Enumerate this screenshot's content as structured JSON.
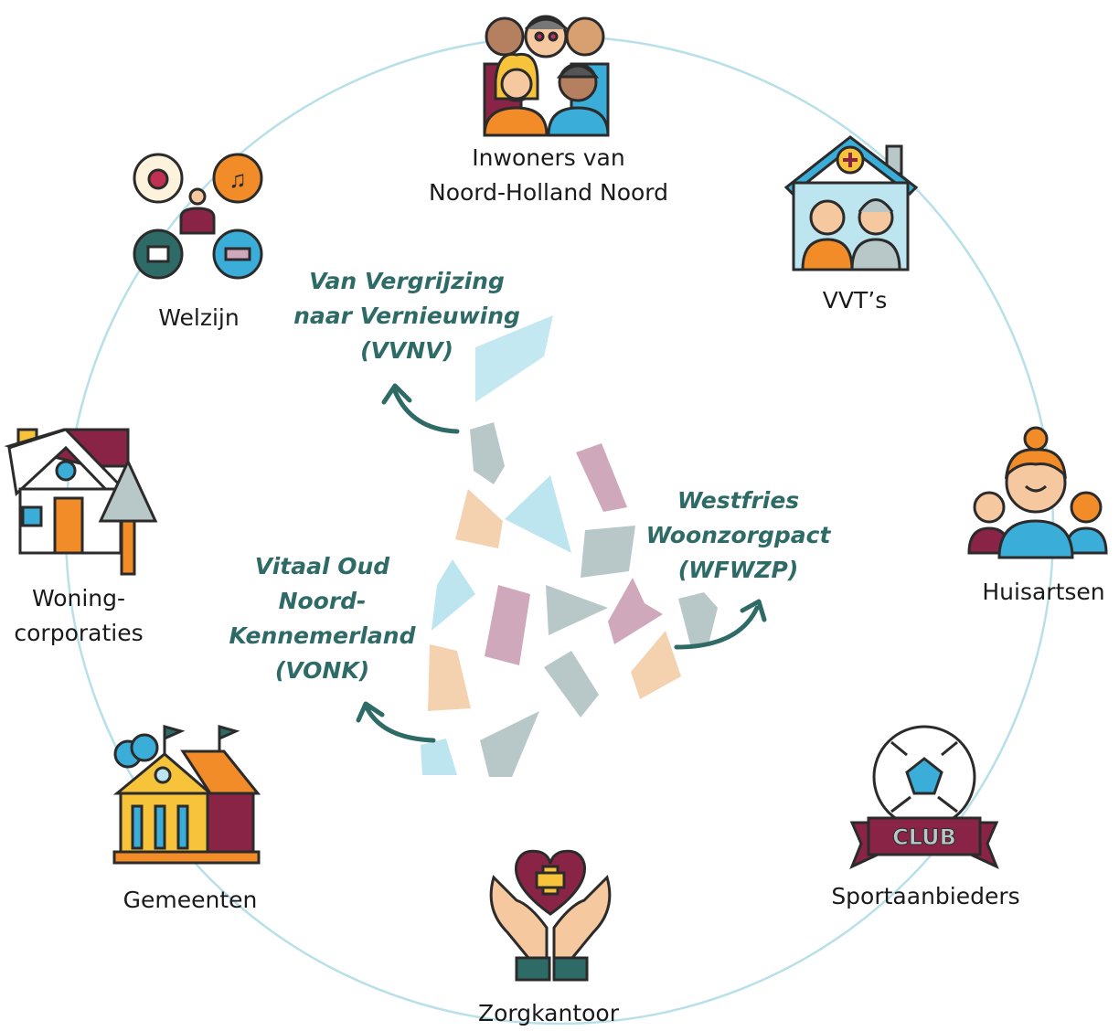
{
  "stakeholders": [
    {
      "key": "inwoners",
      "lines": [
        "Inwoners van",
        "Noord-Holland Noord"
      ],
      "icon": "people-group-icon"
    },
    {
      "key": "vvt",
      "lines": [
        "VVT’s"
      ],
      "icon": "care-home-icon"
    },
    {
      "key": "huisartsen",
      "lines": [
        "Huisartsen"
      ],
      "icon": "doctors-icon"
    },
    {
      "key": "sport",
      "lines": [
        "Sportaanbieders"
      ],
      "icon": "soccer-ball-club-icon"
    },
    {
      "key": "zorgkantoor",
      "lines": [
        "Zorgkantoor"
      ],
      "icon": "hands-heart-icon"
    },
    {
      "key": "gemeenten",
      "lines": [
        "Gemeenten"
      ],
      "icon": "town-hall-icon"
    },
    {
      "key": "woning",
      "lines": [
        "Woning-",
        "corporaties"
      ],
      "icon": "house-trowel-icon"
    },
    {
      "key": "welzijn",
      "lines": [
        "Welzijn"
      ],
      "icon": "wellbeing-icon"
    }
  ],
  "projects": [
    {
      "key": "vvnv",
      "lines": [
        "Van Vergrijzing",
        "naar Vernieuwing",
        "(VVNV)"
      ]
    },
    {
      "key": "wfwzp",
      "lines": [
        "Westfries",
        "Woonzorgpact",
        "(WFWZP)"
      ]
    },
    {
      "key": "vonk",
      "lines": [
        "Vitaal Oud",
        "Noord-",
        "Kennemerland",
        "(VONK)"
      ]
    }
  ],
  "colors": {
    "accent": "#2f6b66",
    "circle": "#b7e0e8",
    "mosaic": [
      "#bde5ef",
      "#cfa9bb",
      "#b8c7c7",
      "#f4d2b0"
    ],
    "outline": "#2b2b2b",
    "maroon": "#8a2446",
    "orange": "#f28c28",
    "blue": "#3aaed8",
    "yellow": "#f6c33a",
    "skin": "#f5c8a0"
  }
}
